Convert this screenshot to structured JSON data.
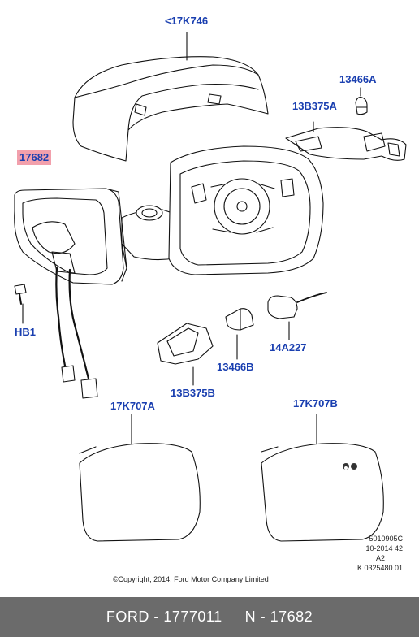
{
  "labels": {
    "cover": "<17K746",
    "bulb_top": "13466A",
    "lamp_top": "13B375A",
    "housing": "17682",
    "screw": "HB1",
    "bulb_bottom": "13466B",
    "socket": "14A227",
    "lamp_bottom": "13B375B",
    "glass_left": "17K707A",
    "glass_right": "17K707B"
  },
  "meta": {
    "line1": "5010905C",
    "line2": "10-2014 42",
    "line3": "A2",
    "line4": "K 0325480 01"
  },
  "copyright": "©Copyright, 2014, Ford Motor Company Limited",
  "footer": {
    "part_number": "FORD - 1777011",
    "ref_number": "N - 17682"
  },
  "colors": {
    "label_text": "#1a3fb0",
    "highlight": "#f2a0ac",
    "footer_bg": "#6b6b6b"
  }
}
